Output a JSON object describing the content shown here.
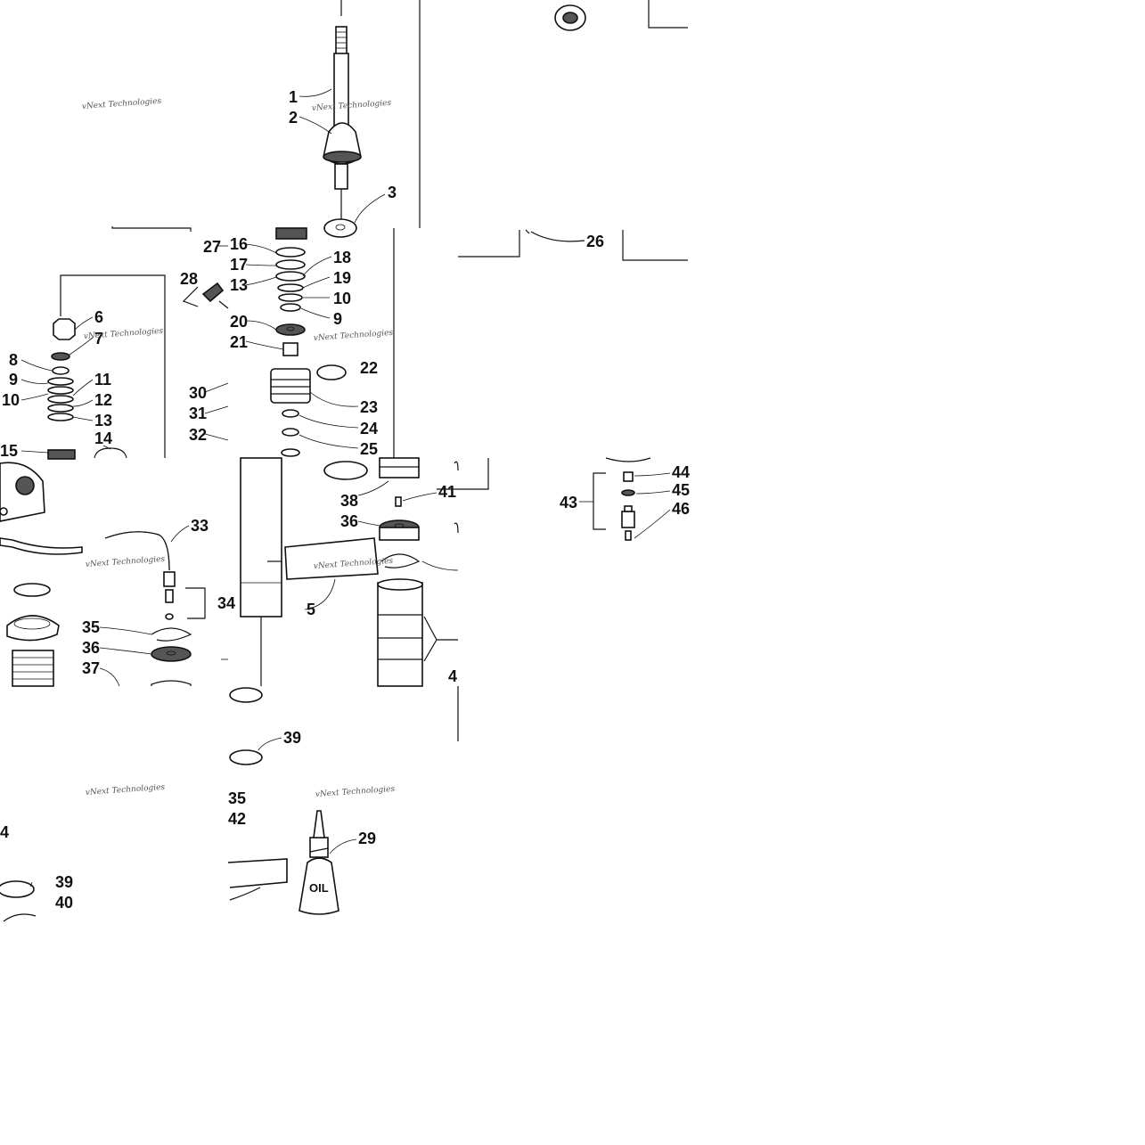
{
  "callouts": [
    {
      "id": "c1",
      "text": "1"
    },
    {
      "id": "c2",
      "text": "2"
    },
    {
      "id": "c3",
      "text": "3"
    },
    {
      "id": "c27",
      "text": "27"
    },
    {
      "id": "c16",
      "text": "16"
    },
    {
      "id": "c17",
      "text": "17"
    },
    {
      "id": "c18",
      "text": "18"
    },
    {
      "id": "c28",
      "text": "28"
    },
    {
      "id": "c13a",
      "text": "13"
    },
    {
      "id": "c19",
      "text": "19"
    },
    {
      "id": "c10a",
      "text": "10"
    },
    {
      "id": "c9a",
      "text": "9"
    },
    {
      "id": "c20",
      "text": "20"
    },
    {
      "id": "c21",
      "text": "21"
    },
    {
      "id": "c22",
      "text": "22"
    },
    {
      "id": "c30",
      "text": "30"
    },
    {
      "id": "c31",
      "text": "31"
    },
    {
      "id": "c32",
      "text": "32"
    },
    {
      "id": "c23",
      "text": "23"
    },
    {
      "id": "c24",
      "text": "24"
    },
    {
      "id": "c25",
      "text": "25"
    },
    {
      "id": "c26",
      "text": "26"
    },
    {
      "id": "c6",
      "text": "6"
    },
    {
      "id": "c7",
      "text": "7"
    },
    {
      "id": "c8",
      "text": "8"
    },
    {
      "id": "c9b",
      "text": "9"
    },
    {
      "id": "c10b",
      "text": "10"
    },
    {
      "id": "c11",
      "text": "11"
    },
    {
      "id": "c12",
      "text": "12"
    },
    {
      "id": "c13b",
      "text": "13"
    },
    {
      "id": "c14",
      "text": "14"
    },
    {
      "id": "c15",
      "text": "15"
    },
    {
      "id": "c41",
      "text": "41"
    },
    {
      "id": "c38",
      "text": "38"
    },
    {
      "id": "c36a",
      "text": "36"
    },
    {
      "id": "c44",
      "text": "44"
    },
    {
      "id": "c45",
      "text": "45"
    },
    {
      "id": "c43",
      "text": "43"
    },
    {
      "id": "c46",
      "text": "46"
    },
    {
      "id": "c33",
      "text": "33"
    },
    {
      "id": "c34",
      "text": "34"
    },
    {
      "id": "c35a",
      "text": "35"
    },
    {
      "id": "c36b",
      "text": "36"
    },
    {
      "id": "c37",
      "text": "37"
    },
    {
      "id": "c5",
      "text": "5"
    },
    {
      "id": "c4",
      "text": "4"
    },
    {
      "id": "c39a",
      "text": "39"
    },
    {
      "id": "c35b",
      "text": "35"
    },
    {
      "id": "c42",
      "text": "42"
    },
    {
      "id": "c29",
      "text": "29"
    },
    {
      "id": "c4b",
      "text": "4"
    },
    {
      "id": "c39b",
      "text": "39"
    },
    {
      "id": "c40",
      "text": "40"
    }
  ],
  "watermark": "vNext Technologies",
  "bottle_label": "OIL"
}
